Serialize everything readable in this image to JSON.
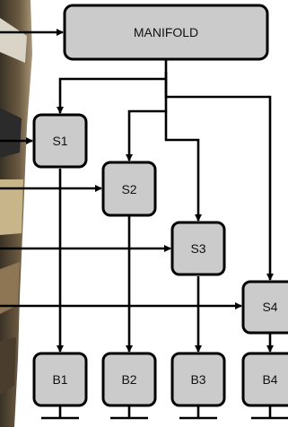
{
  "manifold": {
    "label": "MANIFOLD"
  },
  "stages": [
    {
      "id": "s1",
      "label": "S1"
    },
    {
      "id": "s2",
      "label": "S2"
    },
    {
      "id": "s3",
      "label": "S3"
    },
    {
      "id": "s4",
      "label": "S4"
    }
  ],
  "bottoms": [
    {
      "id": "b1",
      "label": "B1"
    },
    {
      "id": "b2",
      "label": "B2"
    },
    {
      "id": "b3",
      "label": "B3"
    },
    {
      "id": "b4",
      "label": "B4"
    }
  ],
  "colors": {
    "box_fill": "#cbcbcb",
    "line": "#000000",
    "background": "#ffffff"
  }
}
